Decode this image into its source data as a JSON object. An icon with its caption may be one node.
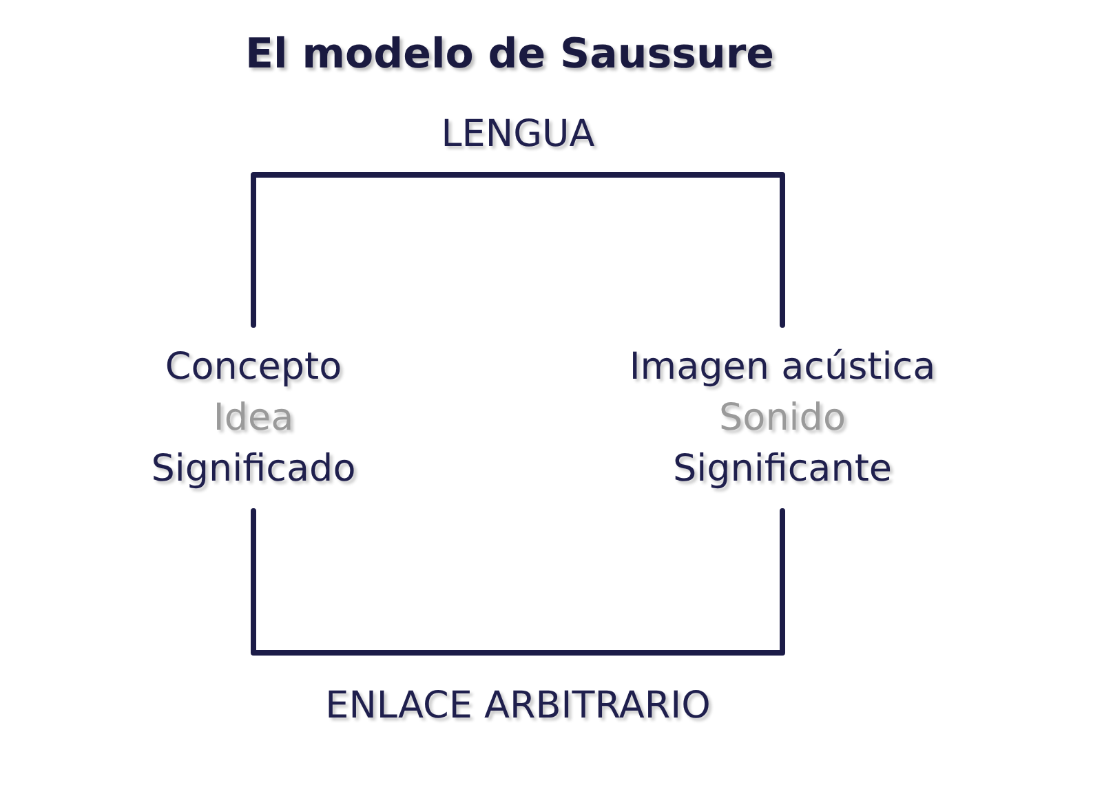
{
  "diagram": {
    "title": "El modelo de Saussure",
    "nodes": [
      {
        "text": [
          "Concepto",
          "Idea",
          "Significado"
        ]
      },
      {
        "text": [
          "Imagen acústica",
          "Sonido",
          "Significante"
        ]
      }
    ],
    "edges": [
      {
        "from": 0,
        "to": 1,
        "arrow": "none",
        "label": "LENGUA"
      },
      {
        "from": 0,
        "to": 1,
        "arrow": "none",
        "label": "ENLACE ARBITRARIO"
      }
    ]
  }
}
